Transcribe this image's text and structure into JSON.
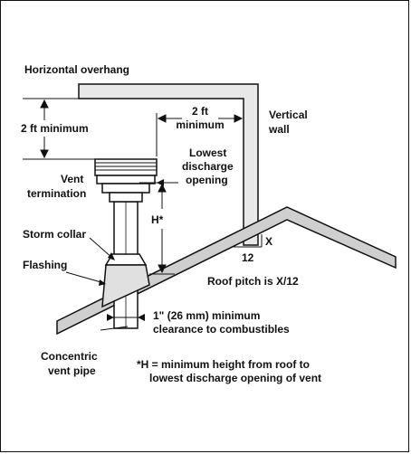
{
  "labels": {
    "horizontal_overhang": "Horizontal overhang",
    "two_ft_min_left": "2 ft minimum",
    "two_ft_top": "2 ft",
    "two_ft_bottom": "minimum",
    "vertical_wall_1": "Vertical",
    "vertical_wall_2": "wall",
    "lowest_1": "Lowest",
    "lowest_2": "discharge",
    "lowest_3": "opening",
    "vent_term_1": "Vent",
    "vent_term_2": "termination",
    "h_star": "H*",
    "storm_collar": "Storm collar",
    "flashing": "Flashing",
    "pitch_x": "X",
    "pitch_12": "12",
    "roof_pitch": "Roof pitch is X/12",
    "clearance_1": "1\" (26 mm) minimum",
    "clearance_2": "clearance to combustibles",
    "concentric_1": "Concentric",
    "concentric_2": "vent pipe",
    "note_1": "*H = minimum height from roof to",
    "note_2": "lowest discharge opening of vent"
  },
  "colors": {
    "roof_fill": "#cfcfcf",
    "wall_fill": "#e8e8e8",
    "line": "#111111"
  }
}
